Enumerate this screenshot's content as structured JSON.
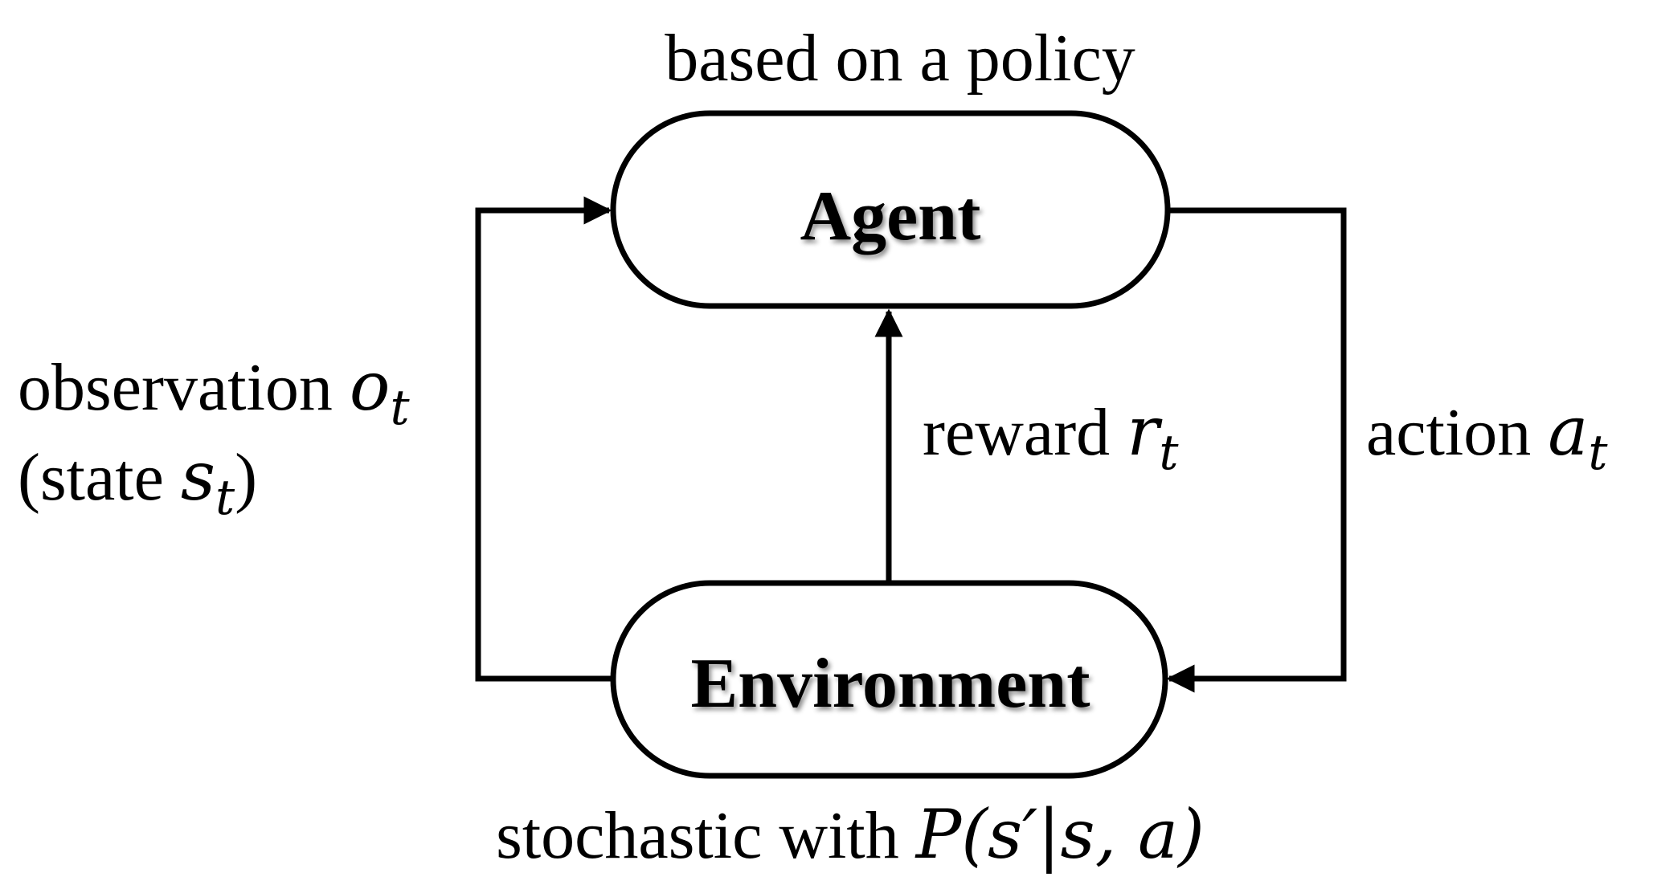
{
  "nodes": {
    "agent": {
      "label": "Agent"
    },
    "environment": {
      "label": "Environment"
    }
  },
  "annotations": {
    "agent_note": "based on a policy",
    "environment_note_text": "stochastic with ",
    "environment_note_math": "P(s′|s, a)"
  },
  "edges": {
    "observation": {
      "text": "observation ",
      "symbol": "o",
      "subscript": "t",
      "state_open": "(state ",
      "state_symbol": "s",
      "state_subscript": "t",
      "state_close": ")"
    },
    "reward": {
      "text": "reward ",
      "symbol": "r",
      "subscript": "t"
    },
    "action": {
      "text": "action ",
      "symbol": "a",
      "subscript": "t"
    }
  },
  "colors": {
    "stroke": "#000000",
    "background": "#ffffff",
    "text": "#000000"
  }
}
